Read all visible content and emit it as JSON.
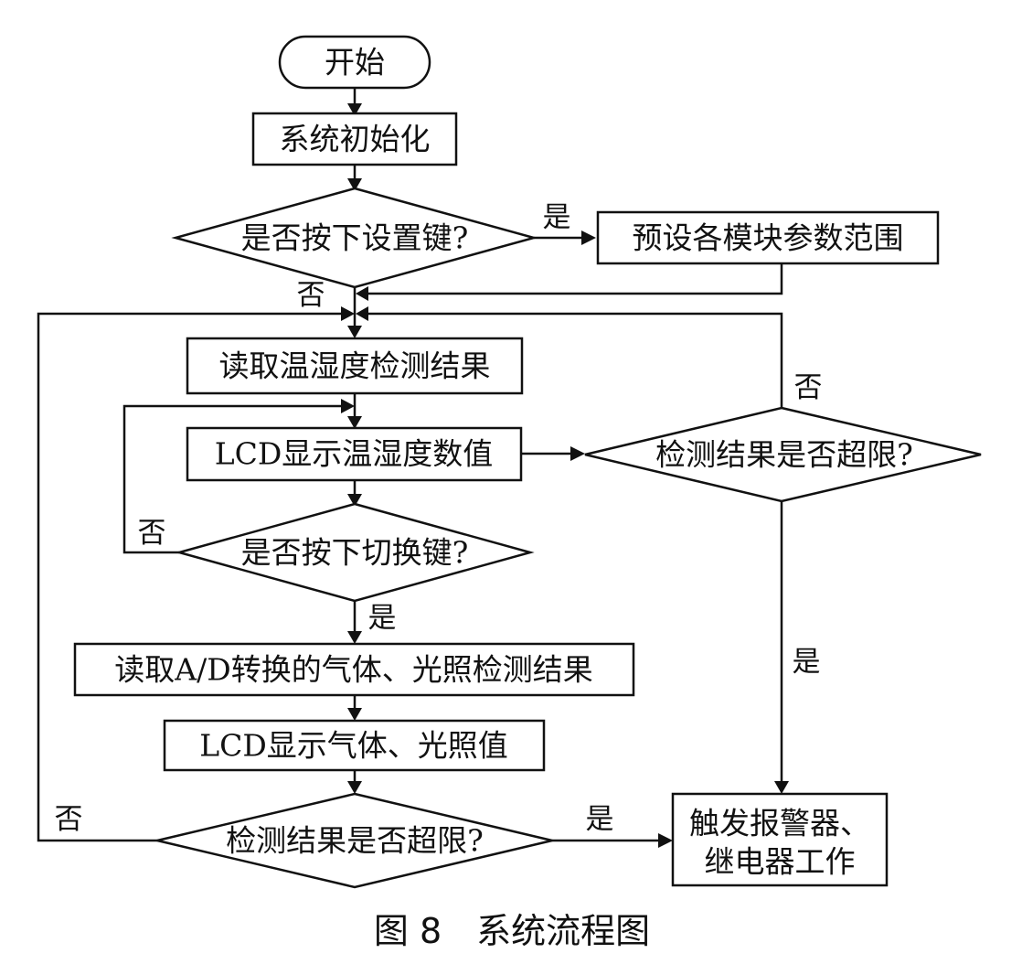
{
  "nodes": {
    "start": "开始",
    "init": "系统初始化",
    "decision_settings_key": "是否按下设置键?",
    "preset_ranges": "预设各模块参数范围",
    "read_temp_humidity": "读取温湿度检测结果",
    "lcd_temp_humidity": "LCD显示温湿度数值",
    "decision_exceed_1": "检测结果是否超限?",
    "decision_switch_key": "是否按下切换键?",
    "read_ad": "读取A/D转换的气体、光照检测结果",
    "lcd_gas_light": "LCD显示气体、光照值",
    "decision_exceed_2": "检测结果是否超限?",
    "alarm_line1": "触发报警器、",
    "alarm_line2": "继电器工作"
  },
  "edge_labels": {
    "settings_yes": "是",
    "settings_no": "否",
    "exceed1_no": "否",
    "exceed1_yes": "是",
    "switch_no": "否",
    "switch_yes": "是",
    "exceed2_no": "否",
    "exceed2_yes": "是"
  },
  "caption": "图 8　系统流程图",
  "colors": {
    "stroke": "#111111",
    "background": "#ffffff"
  }
}
